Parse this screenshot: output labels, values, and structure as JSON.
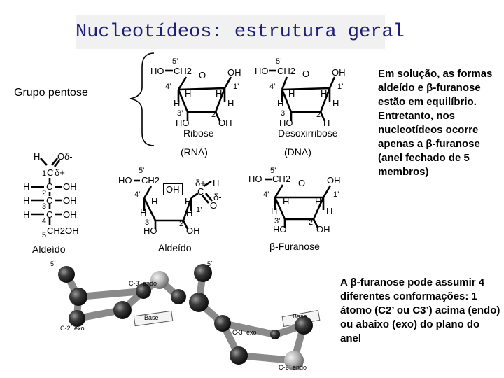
{
  "title": "Nucleotídeos: estrutura geral",
  "pentose_label": "Grupo pentose",
  "ribose": {
    "name": "Ribose",
    "rna": "(RNA)",
    "c5": "5’",
    "ho5": "HO",
    "ch2": "CH2",
    "o": "O",
    "oh1": "OH",
    "c4": "4’",
    "c1": "1’",
    "h4": "H",
    "h1": "H",
    "h3": "H",
    "h2": "H",
    "c3": "3’",
    "c2": "2’",
    "ho3": "HO",
    "oh2": "OH"
  },
  "desoxirribose": {
    "name": "Desoxirribose",
    "dna": "(DNA)",
    "c5": "5’",
    "ho5": "HO",
    "ch2": "CH2",
    "o": "O",
    "oh1": "OH",
    "c4": "4’",
    "c1": "1’",
    "h4": "H",
    "h1": "H",
    "h3": "H",
    "h2": "H",
    "c3": "3’",
    "c2": "2’",
    "ho3": "HO",
    "h2b": "H"
  },
  "linear": {
    "name": "Aldeído",
    "h_top": "H",
    "o_top": "O",
    "delta_minus": "δ-",
    "c1": "1",
    "c_1": "C",
    "delta_plus": "δ+",
    "h2": "H",
    "c_2": "C",
    "oh2": "OH",
    "n2": "2",
    "h3": "H",
    "c_3": "C",
    "oh3": "OH",
    "n3": "3",
    "h4": "H",
    "c_4": "C",
    "oh4": "OH",
    "n4": "4",
    "n5": "5",
    "ch2oh": "CH2OH"
  },
  "aldehyde_ring": {
    "name": "Aldeído",
    "c5": "5’",
    "ho5": "HO",
    "ch2": "CH2",
    "oh_center": "OH",
    "delta_plus": "δ+",
    "c": "C",
    "h_ald": "H",
    "o_ald": "O",
    "delta_minus": "δ-",
    "c4": "4’",
    "c1": "1’",
    "h4": "H",
    "h1": "H",
    "h3": "H",
    "h2": "H",
    "c3": "3’",
    "c2": "2’",
    "ho3": "HO",
    "oh2": "OH"
  },
  "furanose": {
    "name": "β-Furanose",
    "c5": "5’",
    "ho5": "HO",
    "ch2": "CH2",
    "o": "O",
    "oh1": "OH",
    "c4": "4’",
    "c1": "1’",
    "h4": "H",
    "h1": "H",
    "h3": "H",
    "h2": "H",
    "c3": "3’",
    "c2": "2’",
    "ho3": "HO",
    "oh2": "OH"
  },
  "note_equilibrium": "Em solução, as formas aldeído e β-furanose estão em equilíbrio. Entretanto, nos nucleotídeos ocorre apenas a β-furanose (anel fechado de 5 membros)",
  "note_conformations": "A β-furanose pode assumir 4 diferentes conformações: 1 átomo (C2’ ou C3’) acima (endo) ou abaixo (exo) do plano do anel",
  "models": {
    "top": {
      "c5": "5´",
      "c3": "C-3´ endo",
      "base": "Base",
      "c2": "C-2´ exo"
    },
    "bottom": {
      "c5": "5´",
      "c3": "C-3´ exo",
      "base": "Base",
      "c2": "C-2´ endo"
    }
  },
  "colors": {
    "title_text": "#1f1f7a",
    "title_bg": "#f1f1f1",
    "atom_dark": "#1d1d1d",
    "atom_light": "#a8a8a8"
  }
}
